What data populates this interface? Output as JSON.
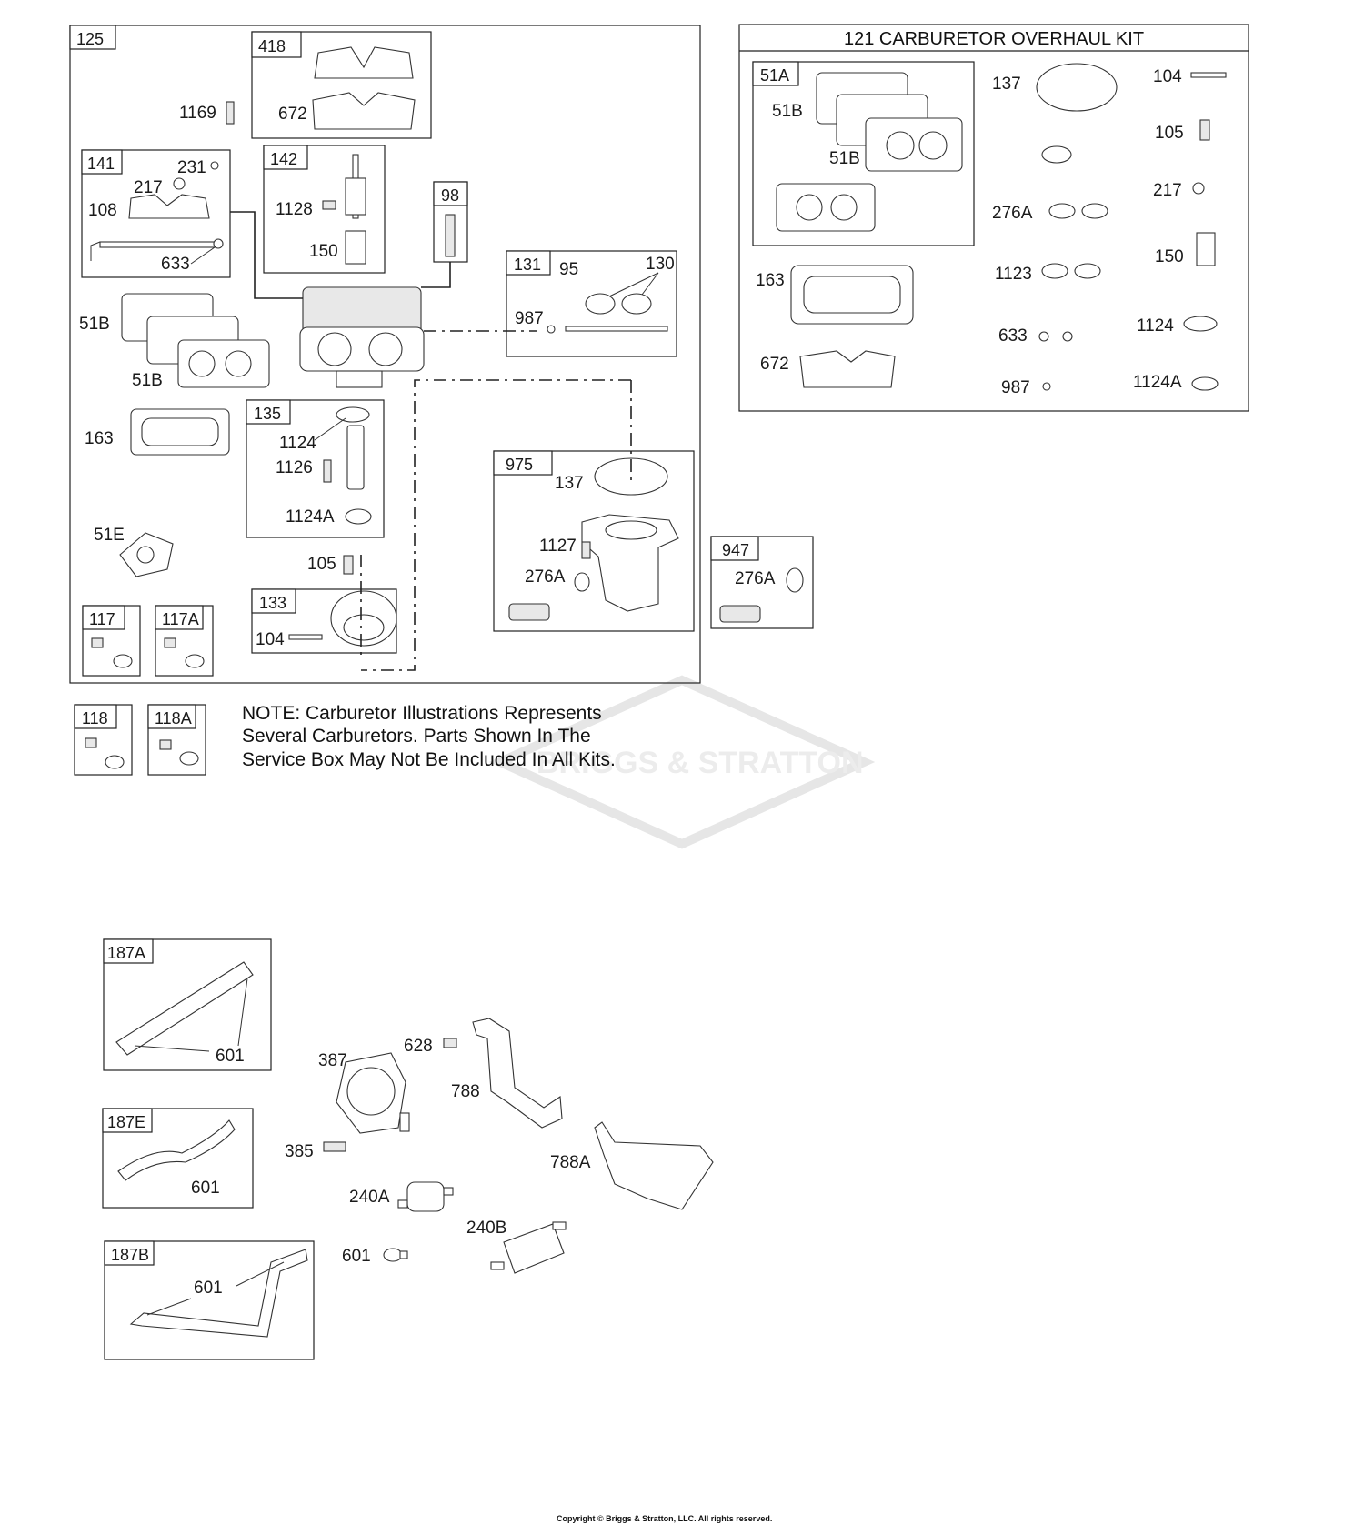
{
  "assembly_tags": {
    "t125": "125",
    "t418": "418",
    "t141": "141",
    "t142": "142",
    "t98": "98",
    "t131": "131",
    "t135": "135",
    "t975": "975",
    "t133": "133",
    "t117": "117",
    "t117a": "117A",
    "t947": "947",
    "t118": "118",
    "t118a": "118A",
    "t51a": "51A",
    "t187a": "187A",
    "t187e": "187E",
    "t187b": "187B"
  },
  "carb_labels": {
    "l672": "672",
    "l1169": "1169",
    "l231": "231",
    "l217": "217",
    "l108": "108",
    "l633": "633",
    "l1128": "1128",
    "l150": "150",
    "l95": "95",
    "l130": "130",
    "l987": "987",
    "l51b_1": "51B",
    "l51b_2": "51B",
    "l163": "163",
    "l1124": "1124",
    "l1126": "1126",
    "l1124a": "1124A",
    "l137": "137",
    "l1127": "1127",
    "l276a": "276A",
    "l51e": "51E",
    "l105": "105",
    "l104": "104",
    "l276a_947": "276A"
  },
  "kit": {
    "title": "121 CARBURETOR OVERHAUL KIT",
    "labels": {
      "k51b_1": "51B",
      "k51b_2": "51B",
      "k137": "137",
      "k104": "104",
      "k105": "105",
      "k217": "217",
      "k276a": "276A",
      "k150": "150",
      "k1123": "1123",
      "k163": "163",
      "k633": "633",
      "k1124": "1124",
      "k672": "672",
      "k987": "987",
      "k1124a": "1124A"
    }
  },
  "note": {
    "line1": "NOTE: Carburetor Illustrations Represents",
    "line2": "Several Carburetors. Parts Shown In The",
    "line3": "Service Box May Not Be Included In All Kits."
  },
  "watermark": "BRIGGS & STRATTON",
  "fuel_labels": {
    "f601_a": "601",
    "f601_e": "601",
    "f601_b": "601",
    "f387": "387",
    "f628": "628",
    "f788": "788",
    "f385": "385",
    "f788a": "788A",
    "f240a": "240A",
    "f240b": "240B",
    "f601": "601"
  },
  "copyright": "Copyright © Briggs & Stratton, LLC. All rights reserved."
}
